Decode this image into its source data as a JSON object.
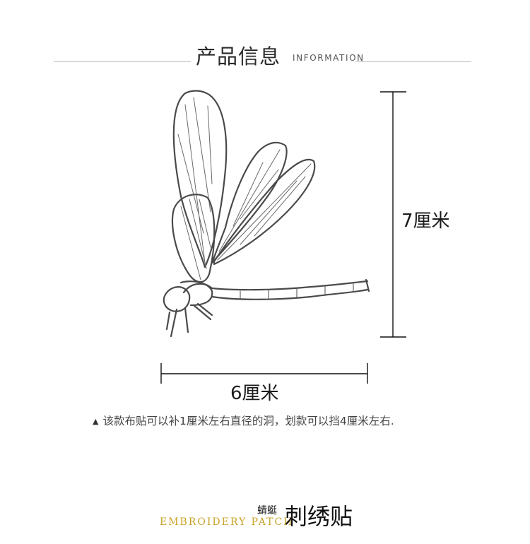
{
  "header": {
    "title": "产品信息",
    "subtitle": "INFORMATION"
  },
  "product": {
    "image": "dragonfly-embroidery-patch-icon"
  },
  "dimensions": {
    "height_label": "7厘米",
    "width_label": "6厘米"
  },
  "note": {
    "marker": "▲",
    "text": "该款布贴可以补1厘米左右直径的洞，划款可以挡4厘米左右."
  },
  "footer": {
    "english": "EMBROIDERY PATCH",
    "name_small": "蜻蜓",
    "name_big": "刺绣贴"
  },
  "colors": {
    "accent": "#c9a227",
    "line": "#b9b9b9",
    "ink": "#222222"
  }
}
